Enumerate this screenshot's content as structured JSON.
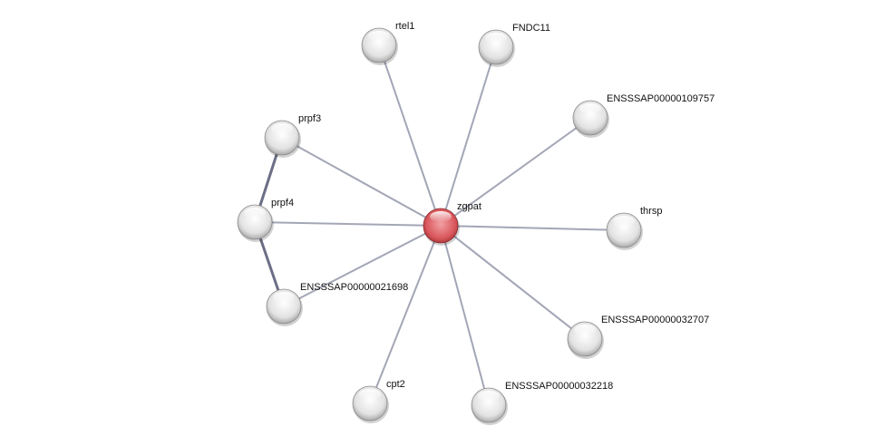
{
  "network": {
    "center": "zgpat",
    "nodes": [
      {
        "id": "zgpat",
        "label": "zgpat",
        "query": true
      },
      {
        "id": "rtel1",
        "label": "rtel1"
      },
      {
        "id": "FNDC11",
        "label": "FNDC11"
      },
      {
        "id": "ENSSSAP00000109757",
        "label": "ENSSSAP00000109757"
      },
      {
        "id": "thrsp",
        "label": "thrsp"
      },
      {
        "id": "ENSSSAP00000032707",
        "label": "ENSSSAP00000032707"
      },
      {
        "id": "ENSSSAP00000032218",
        "label": "ENSSSAP00000032218"
      },
      {
        "id": "cpt2",
        "label": "cpt2"
      },
      {
        "id": "ENSSSAP00000021698",
        "label": "ENSSSAP00000021698"
      },
      {
        "id": "prpf4",
        "label": "prpf4"
      },
      {
        "id": "prpf3",
        "label": "prpf3"
      }
    ],
    "edges": [
      {
        "source": "zgpat",
        "target": "rtel1",
        "strength": "weak"
      },
      {
        "source": "zgpat",
        "target": "FNDC11",
        "strength": "weak"
      },
      {
        "source": "zgpat",
        "target": "ENSSSAP00000109757",
        "strength": "weak"
      },
      {
        "source": "zgpat",
        "target": "thrsp",
        "strength": "weak"
      },
      {
        "source": "zgpat",
        "target": "ENSSSAP00000032707",
        "strength": "weak"
      },
      {
        "source": "zgpat",
        "target": "ENSSSAP00000032218",
        "strength": "weak"
      },
      {
        "source": "zgpat",
        "target": "cpt2",
        "strength": "weak"
      },
      {
        "source": "zgpat",
        "target": "ENSSSAP00000021698",
        "strength": "weak"
      },
      {
        "source": "zgpat",
        "target": "prpf4",
        "strength": "weak"
      },
      {
        "source": "zgpat",
        "target": "prpf3",
        "strength": "weak"
      },
      {
        "source": "prpf3",
        "target": "prpf4",
        "strength": "strong"
      },
      {
        "source": "prpf4",
        "target": "ENSSSAP00000021698",
        "strength": "strong"
      }
    ],
    "colors": {
      "query_node": "#d9575c",
      "node": "#d8d8d8",
      "edge_weak": "#a3a6b6",
      "edge_strong": "#6b6f86"
    }
  }
}
